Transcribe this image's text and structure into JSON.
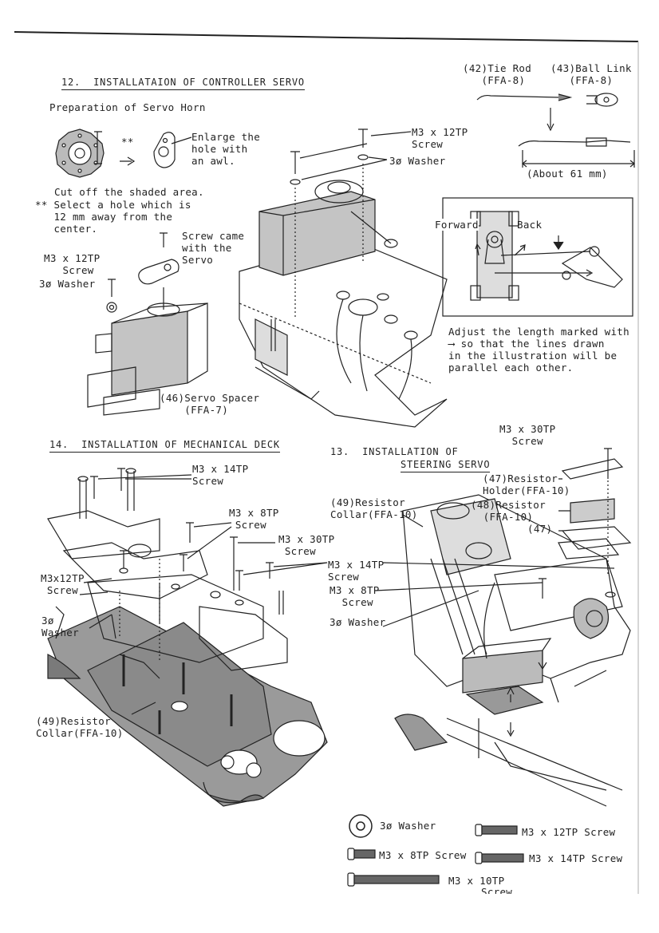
{
  "section12": {
    "heading": "12.  INSTALLATAION OF CONTROLLER SERVO",
    "prep_title": "Preparation of Servo Horn",
    "enlarge_note": "Enlarge the\nhole with\nan awl.",
    "stars": "**",
    "cut_note": "Cut off the shaded area.",
    "select_note": "** Select a hole which is\n   12 mm away from the\n   center.",
    "screw_came": "Screw came\nwith the\nServo",
    "m3x12": "M3 x 12TP\n   Screw",
    "washer": "3ø Washer",
    "servo_spacer": "(46)Servo Spacer\n    (FFA-7)",
    "m3x12_right": "M3 x 12TP\nScrew",
    "washer_right": "3ø Washer"
  },
  "parts_top": {
    "tie_rod": "(42)Tie Rod\n   (FFA-8)",
    "ball_link": "(43)Ball Link\n   (FFA-8)",
    "about": "(About 61 mm)"
  },
  "adjust_box": {
    "forward": "Forward",
    "back": "Back",
    "note": "Adjust the length marked with\n⟶ so that the lines drawn\nin the illustration will be\nparallel each other."
  },
  "section14": {
    "heading": "14.  INSTALLATION OF MECHANICAL DECK",
    "m3x14": "M3 x 14TP\nScrew",
    "m3x8": "M3 x 8TP\n Screw",
    "m3x30": "M3 x 30TP\n Screw",
    "m3x12": "M3x12TP\n Screw",
    "washer": "3ø\nWasher",
    "resistor_collar": "(49)Resistor\nCollar(FFA-10)"
  },
  "section13": {
    "heading1": "13.  INSTALLATION OF",
    "heading2": "STEERING SERVO",
    "m3x30": "M3 x 30TP\n  Screw",
    "resistor_holder": "(47)Resistor\nHolder(FFA-10)",
    "resistor": "(48)Resistor\n  (FFA-10)",
    "p47": "(47)",
    "collar": "(49)Resistor\nCollar(FFA-10)",
    "m3x14": "M3 x 14TP\nScrew",
    "m3x8": "M3 x 8TP\n  Screw",
    "washer": "3ø Washer"
  },
  "legend": {
    "washer": "3ø Washer",
    "m3x12": "M3 x 12TP Screw",
    "m3x8": "M3 x 8TP Screw",
    "m3x14": "M3 x 14TP Screw",
    "m3x10": "M3 x 10TP",
    "screw": "Screw"
  }
}
